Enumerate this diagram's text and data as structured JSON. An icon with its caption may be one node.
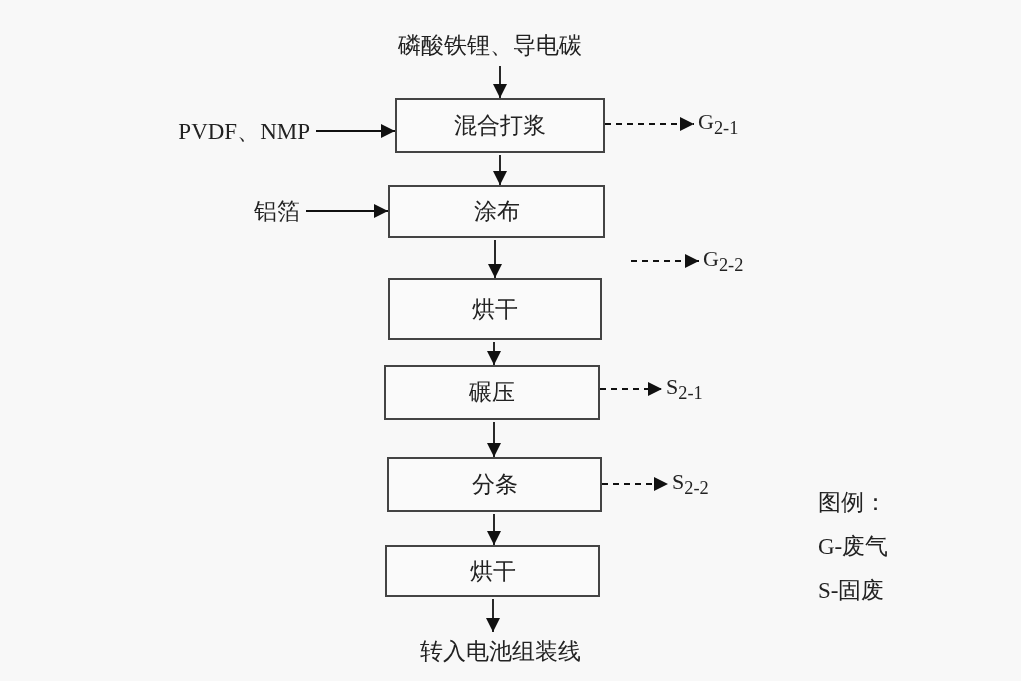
{
  "diagram": {
    "nodes": [
      {
        "text": [
          "磷酸铁锂、导电碳"
        ]
      },
      {
        "text": [
          "PVDF、NMP"
        ]
      },
      {
        "text": [
          "混合打浆"
        ]
      },
      {
        "text": [
          "铝箔"
        ]
      },
      {
        "text": [
          "涂布"
        ]
      },
      {
        "text": [
          "烘干"
        ]
      },
      {
        "text": [
          "碾压"
        ]
      },
      {
        "text": [
          "分条"
        ]
      },
      {
        "text": [
          "烘干"
        ]
      },
      {
        "text": [
          "转入电池组装线"
        ]
      },
      {
        "text": [
          "G$_{2-1}$"
        ]
      },
      {
        "text": [
          "G$_{2-2}$"
        ]
      },
      {
        "text": [
          "S$_{2-1}$"
        ]
      },
      {
        "text": [
          "S$_{2-2}$"
        ]
      }
    ],
    "edges": [
      {
        "from": 0,
        "to": 2,
        "arrow": "to"
      },
      {
        "from": 1,
        "to": 2,
        "arrow": "to"
      },
      {
        "from": 2,
        "to": 10,
        "arrow": "to",
        "style": "dashed"
      },
      {
        "from": 2,
        "to": 4,
        "arrow": "to"
      },
      {
        "from": 3,
        "to": 4,
        "arrow": "to"
      },
      {
        "from": null,
        "to": 11,
        "arrow": "to",
        "style": "dashed"
      },
      {
        "from": 4,
        "to": 5,
        "arrow": "to"
      },
      {
        "from": 5,
        "to": 6,
        "arrow": "to"
      },
      {
        "from": 6,
        "to": 12,
        "arrow": "to",
        "style": "dashed"
      },
      {
        "from": 6,
        "to": 7,
        "arrow": "to"
      },
      {
        "from": 7,
        "to": 13,
        "arrow": "to",
        "style": "dashed"
      },
      {
        "from": 7,
        "to": 8,
        "arrow": "to"
      },
      {
        "from": 8,
        "to": 9,
        "arrow": "to"
      }
    ],
    "labels": [
      "图例：",
      "G-废气",
      "S-固废"
    ]
  }
}
